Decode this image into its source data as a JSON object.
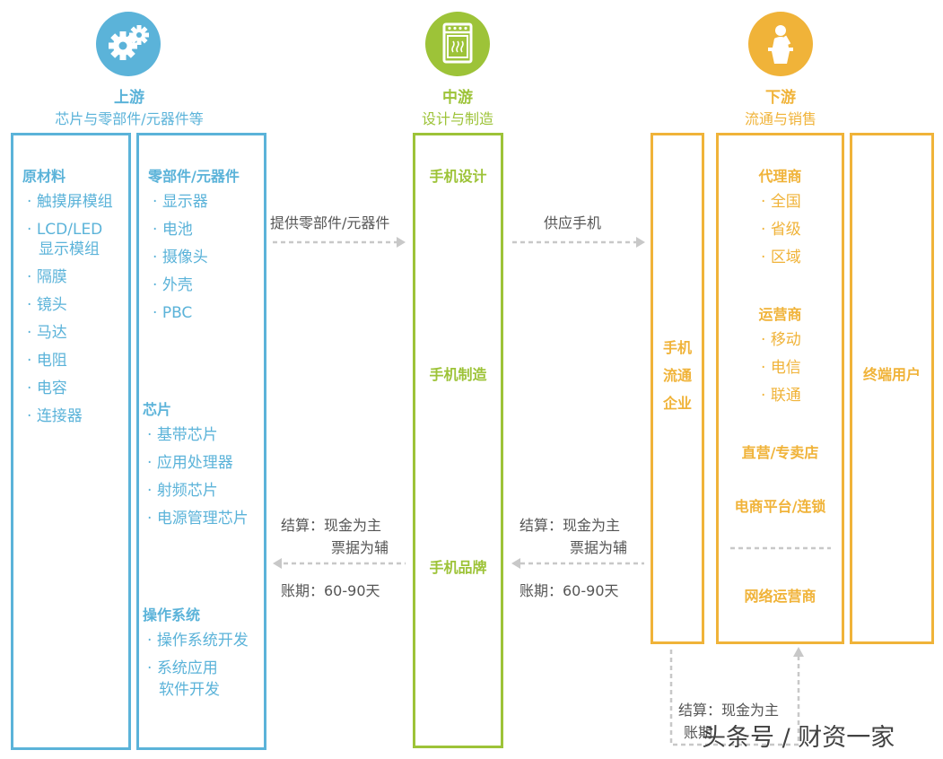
{
  "colors": {
    "upstream": "#5bb3d9",
    "midstream": "#9dc338",
    "downstream": "#f0b339",
    "arrow": "#c8c8c8",
    "text": "#555555"
  },
  "upstream": {
    "icon": "gears-icon",
    "title": "上游",
    "subtitle": "芯片与零部件/元器件等",
    "raw": {
      "title": "原材料",
      "items": [
        "触摸屏模组",
        "LCD/LED",
        "显示模组",
        "隔膜",
        "镜头",
        "马达",
        "电阻",
        "电容",
        "连接器"
      ]
    },
    "parts": {
      "title": "零部件/元器件",
      "items": [
        "显示器",
        "电池",
        "摄像头",
        "外壳",
        "PBC"
      ]
    },
    "chips": {
      "title": "芯片",
      "items": [
        "基带芯片",
        "应用处理器",
        "射频芯片",
        "电源管理芯片"
      ]
    },
    "os": {
      "title": "操作系统",
      "items": [
        "操作系统开发",
        "系统应用",
        "软件开发"
      ]
    }
  },
  "midstream": {
    "icon": "oven-icon",
    "title": "中游",
    "subtitle": "设计与制造",
    "items": [
      "手机设计",
      "手机制造",
      "手机品牌"
    ]
  },
  "downstream": {
    "icon": "speaker-icon",
    "title": "下游",
    "subtitle": "流通与销售",
    "enterprise": [
      "手机",
      "流通",
      "企业"
    ],
    "agents": {
      "title": "代理商",
      "items": [
        "全国",
        "省级",
        "区域"
      ]
    },
    "carriers": {
      "title": "运营商",
      "items": [
        "移动",
        "电信",
        "联通"
      ]
    },
    "direct": "直营/专卖店",
    "ecommerce": "电商平台/连锁",
    "online": "网络运营商",
    "end_user": "终端用户"
  },
  "flows": {
    "supply_parts": "提供零部件/元器件",
    "supply_phone": "供应手机",
    "settle_1": "结算：现金为主",
    "settle_2": "票据为辅",
    "term": "账期：60-90天",
    "settle_bottom": "结算：现金为主",
    "term_bottom_partial": "账期"
  },
  "watermark": "头条号 / 财资一家",
  "bullet": "·"
}
